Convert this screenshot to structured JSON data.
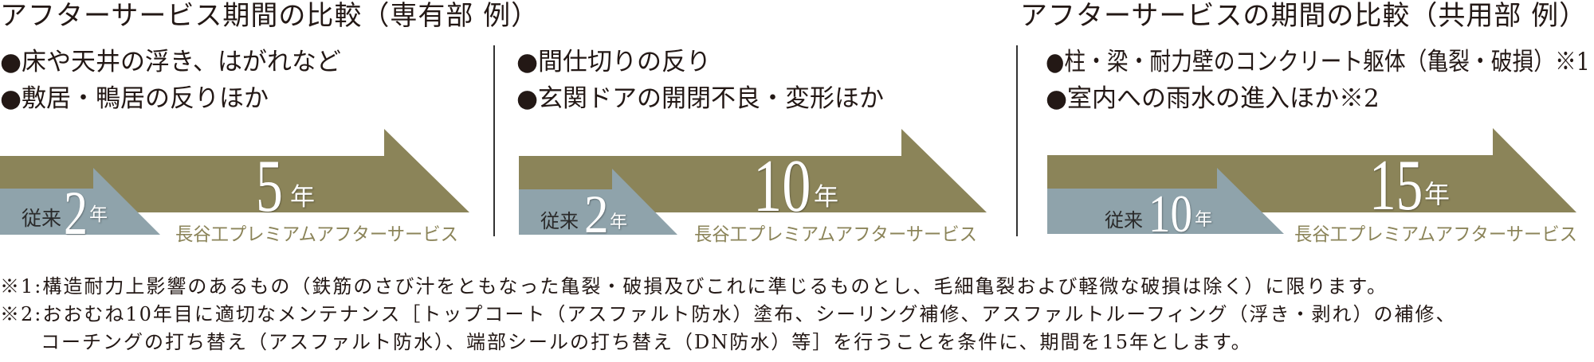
{
  "colors": {
    "premium": "#8b8459",
    "conventional": "#8fa3ab",
    "text": "#231815"
  },
  "titles": {
    "exclusive": "アフターサービス期間の比較（専有部 例）",
    "common": "アフターサービスの期間の比較（共用部 例）"
  },
  "panels": [
    {
      "bullets": [
        "●床や天井の浮き、はがれなど",
        "●敷居・鴨居の反りほか"
      ],
      "conventional": {
        "prefix": "従来",
        "years": "2",
        "unit": "年"
      },
      "premium": {
        "years": "5",
        "unit": "年",
        "label": "長谷工プレミアムアフターサービス"
      }
    },
    {
      "bullets": [
        "●間仕切りの反り",
        "●玄関ドアの開閉不良・変形ほか"
      ],
      "conventional": {
        "prefix": "従来",
        "years": "2",
        "unit": "年"
      },
      "premium": {
        "years": "10",
        "unit": "年",
        "label": "長谷工プレミアムアフターサービス"
      }
    },
    {
      "bullets": [
        "●柱・梁・耐力壁のコンクリート躯体（亀裂・破損）※1",
        "●室内への雨水の進入ほか※2"
      ],
      "conventional": {
        "prefix": "従来",
        "years": "10",
        "unit": "年"
      },
      "premium": {
        "years": "15",
        "unit": "年",
        "label": "長谷工プレミアムアフターサービス"
      }
    }
  ],
  "footnotes": [
    "※1:構造耐力上影響のあるもの（鉄筋のさび汁をともなった亀裂・破損及びこれに準じるものとし、毛細亀裂および軽微な破損は除く）に限ります。",
    "※2:おおむね10年目に適切なメンテナンス［トップコート（アスファルト防水）塗布、シーリング補修、アスファルトルーフィング（浮き・剥れ）の補修、",
    "コーチングの打ち替え（アスファルト防水）、端部シールの打ち替え（DN防水）等］を行うことを条件に、期間を15年とします。"
  ]
}
